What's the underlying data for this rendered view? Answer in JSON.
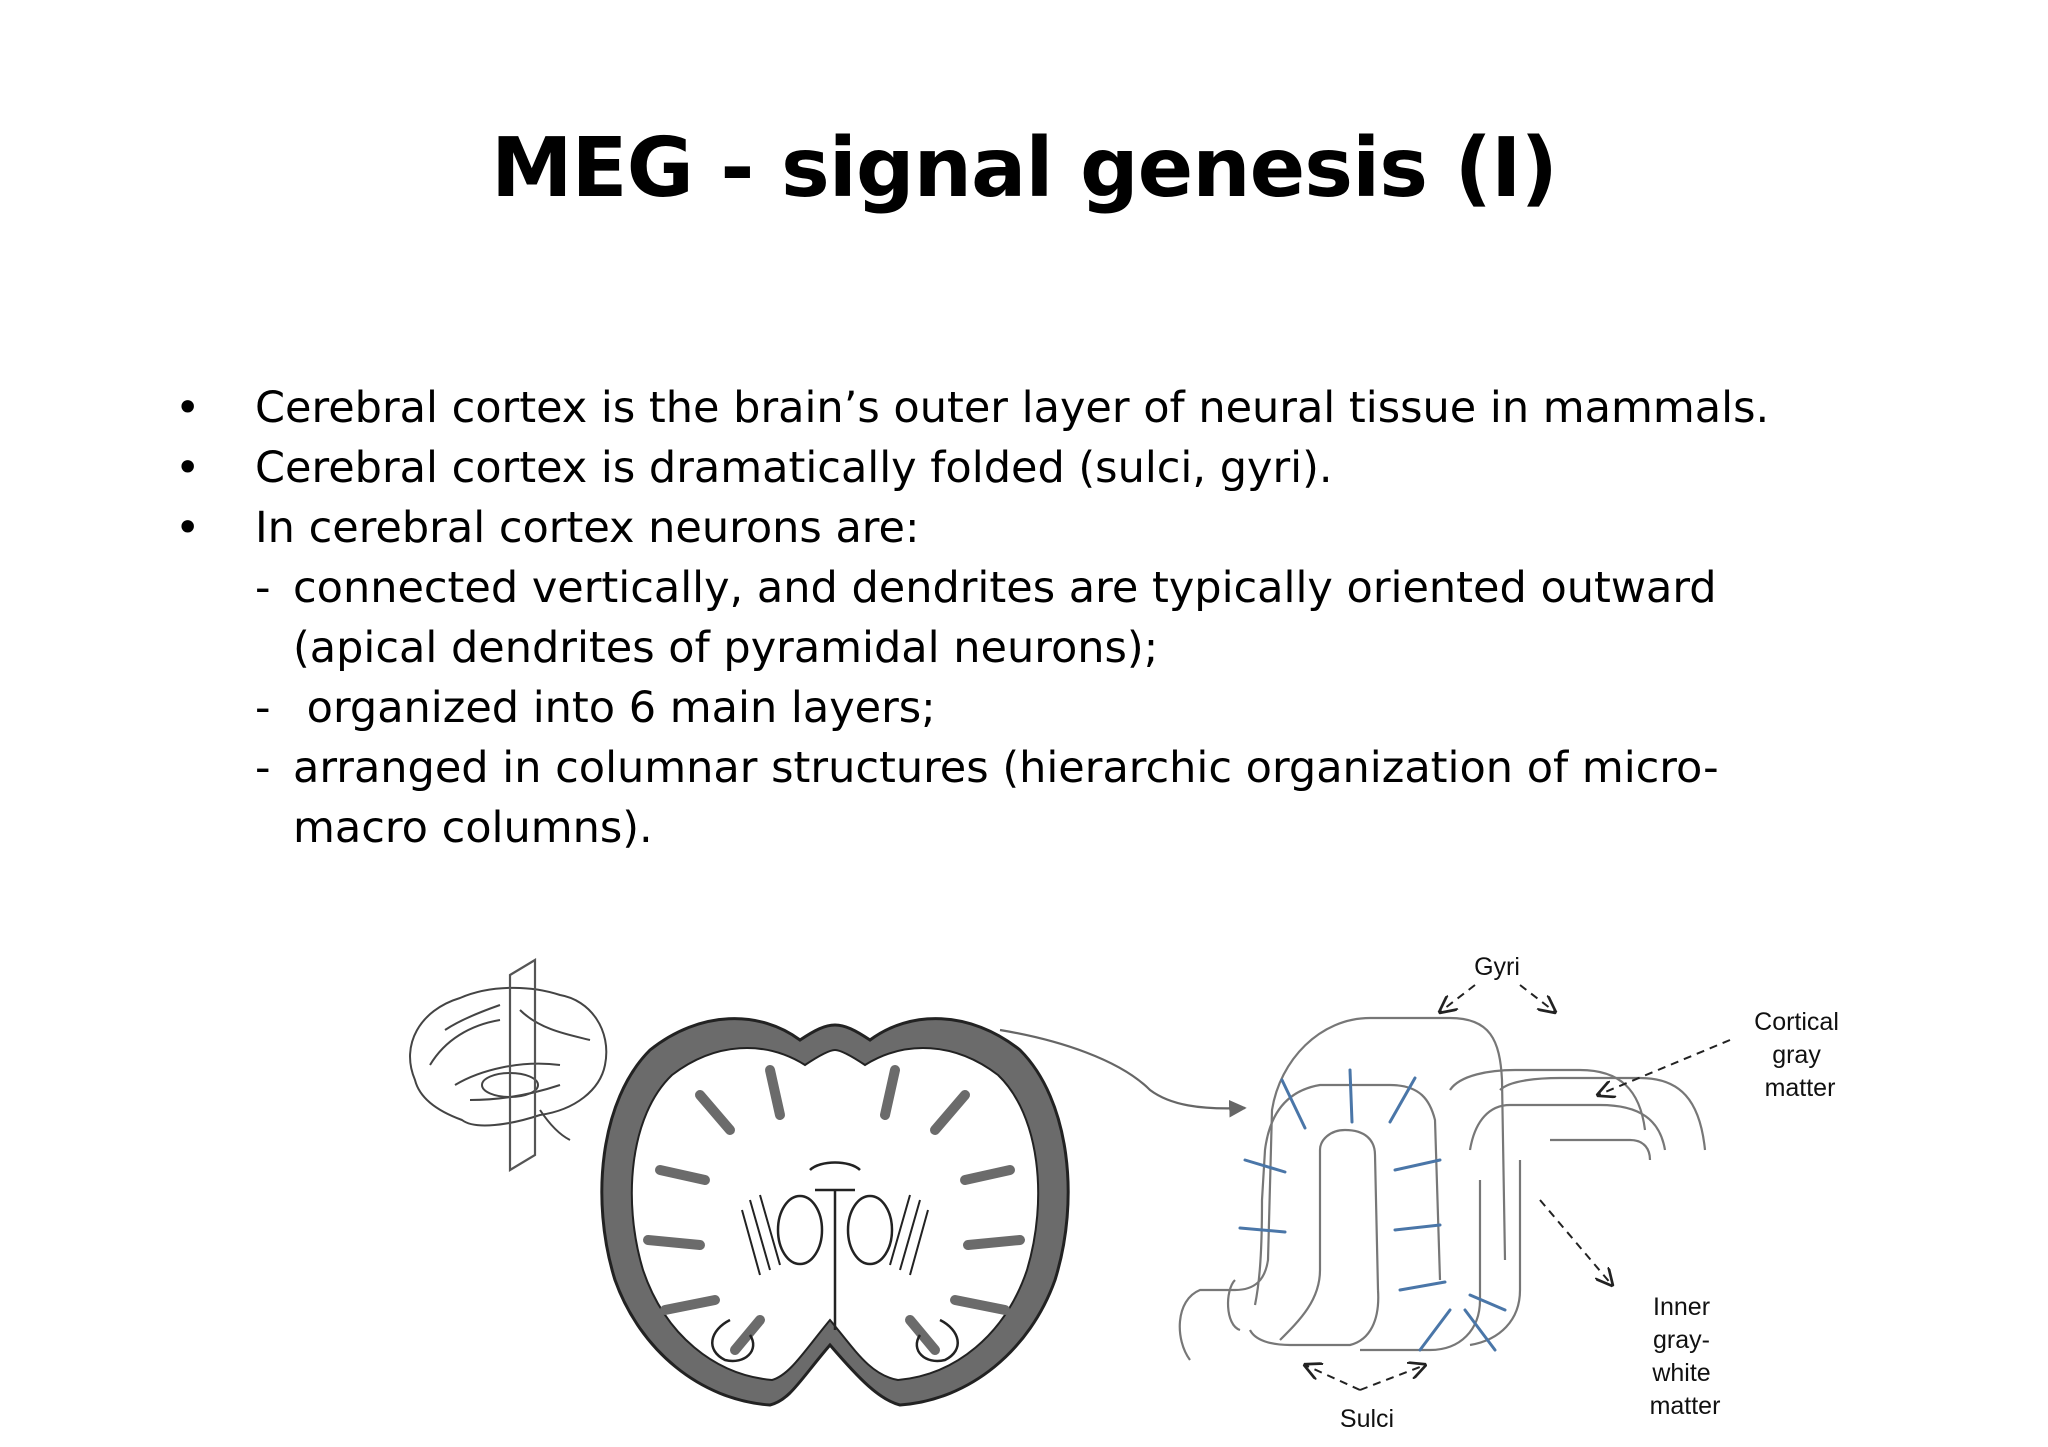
{
  "slide": {
    "title": "MEG - signal genesis (I)",
    "bullets": [
      "Cerebral cortex is the brain’s outer layer of neural tissue in mammals.",
      "Cerebral cortex is dramatically folded (sulci, gyri).",
      "In cerebral cortex neurons are:"
    ],
    "bullet_symbol": "•",
    "dash_symbol": "-",
    "sub_items": [
      "connected vertically, and dendrites are typically oriented outward (apical dendrites of pyramidal neurons);",
      " organized into 6 main layers;",
      "arranged in columnar structures (hierarchic organization of micro-macro columns)."
    ]
  },
  "figure": {
    "labels": {
      "gyri": "Gyri",
      "cortical_gray_matter": [
        "Cortical",
        "gray",
        "matter"
      ],
      "inner_gray_white_matter": [
        "Inner",
        "gray-",
        "white",
        "matter"
      ],
      "sulci": "Sulci"
    },
    "colors": {
      "cortex_fill": "#6b6b6b",
      "column_lines": "#4a76a8",
      "outline": "#777777"
    }
  }
}
